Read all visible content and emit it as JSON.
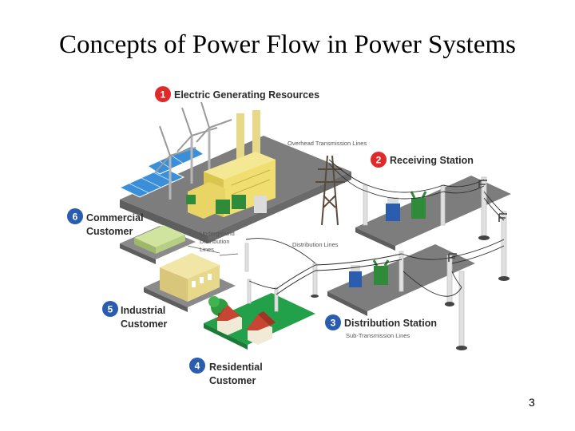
{
  "slide": {
    "title": "Concepts of Power Flow in Power Systems",
    "page_number": "3"
  },
  "diagram": {
    "colors": {
      "badge_red": "#e02a2a",
      "badge_blue": "#2a5db0",
      "grass": "#23a04a",
      "platform": "#7d7d7d",
      "industrial_building": "#e8d98a",
      "solar_panel": "#3a8fd8",
      "transformer_green": "#2f8a3a"
    },
    "labels": {
      "l1_number": "1",
      "l1_text": "Electric Generating Resources",
      "l2_number": "2",
      "l2_text": "Receiving Station",
      "l3_number": "3",
      "l3_text": "Distribution Station",
      "l4_number": "4",
      "l4_line1": "Residential",
      "l4_line2": "Customer",
      "l5_number": "5",
      "l5_line1": "Industrial",
      "l5_line2": "Customer",
      "l6_number": "6",
      "l6_line1": "Commercial",
      "l6_line2": "Customer"
    },
    "small_labels": {
      "overhead": "Overhead Transmission Lines",
      "underground_1": "Underground",
      "underground_2": "Distribution",
      "underground_3": "Lines",
      "distribution_lines": "Distribution Lines",
      "sub_transmission": "Sub-Transmission Lines"
    }
  }
}
